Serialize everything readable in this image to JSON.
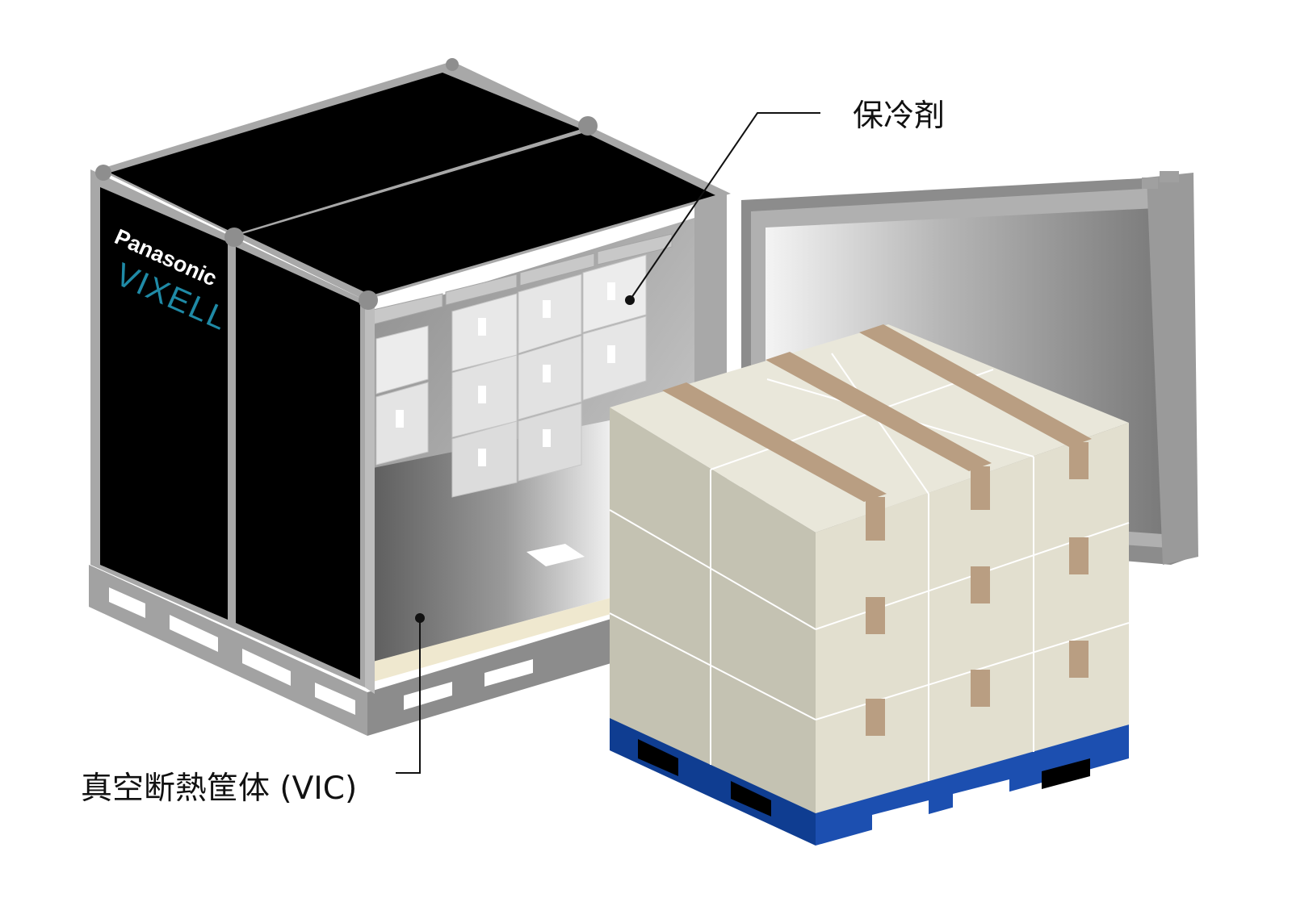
{
  "labels": {
    "coolant": "保冷剤",
    "vic": "真空断熱筐体 (VIC)"
  },
  "branding": {
    "maker": "Panasonic",
    "product": "VIXELL"
  },
  "colors": {
    "container_panel": "#000000",
    "frame": "#a9a9a9",
    "brand_text": "#1f8aa6",
    "box_top": "#e9e7da",
    "box_front": "#e0ddcd",
    "box_side": "#c3c1b0",
    "tape": "#b99e82",
    "pallet": "#0f3d91",
    "coolant_pack": "#e6e6e6"
  }
}
